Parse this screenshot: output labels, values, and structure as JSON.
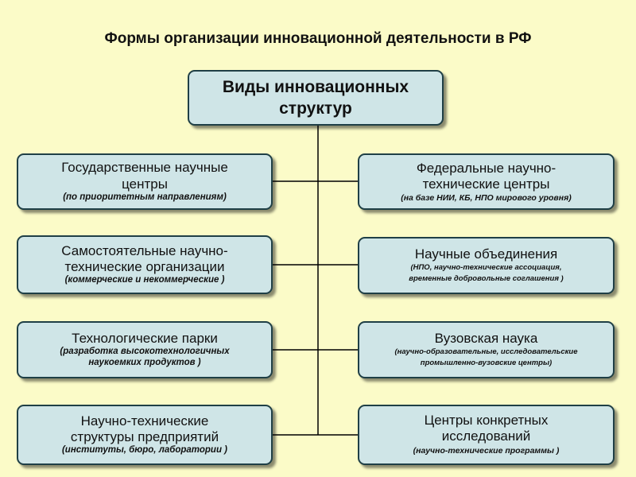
{
  "title": "Формы организации инновационной деятельности в РФ",
  "root": {
    "line1": "Виды инновационных",
    "line2": "структур"
  },
  "left": [
    {
      "line1": "Государственные научные",
      "line2": "центры",
      "note1": "(по приоритетным направлениям)",
      "note2": ""
    },
    {
      "line1": "Самостоятельные научно-",
      "line2": "технические организации",
      "note1": "(коммерческие и некоммерческие )",
      "note2": ""
    },
    {
      "line1": "Технологические парки",
      "line2": "",
      "note1": "(разработка высокотехнологичных",
      "note2": "наукоемких продуктов )"
    },
    {
      "line1": "Научно-технические",
      "line2": "структуры предприятий",
      "note1": "(институты, бюро, лаборатории )",
      "note2": ""
    }
  ],
  "right": [
    {
      "line1": "Федеральные научно-",
      "line2": "технические центры",
      "note1": "(на базе НИИ, КБ, НПО мирового уровня)",
      "note2": ""
    },
    {
      "line1": "Научные объединения",
      "line2": "",
      "note1": "(НПО, научно-технические ассоциация,",
      "note2": "временные добровольные соглашения )"
    },
    {
      "line1": "Вузовская наука",
      "line2": "",
      "note1": "(научно-образовательные, исследовательские",
      "note2": "промышленно-вузовские центры)"
    },
    {
      "line1": "Центры конкретных",
      "line2": "исследований",
      "note1": "(научно-технические программы )",
      "note2": ""
    }
  ],
  "colors": {
    "background": "#fbfbc8",
    "box_fill": "#cfe5e7",
    "box_border": "#1f3f46",
    "connector": "#000000"
  }
}
